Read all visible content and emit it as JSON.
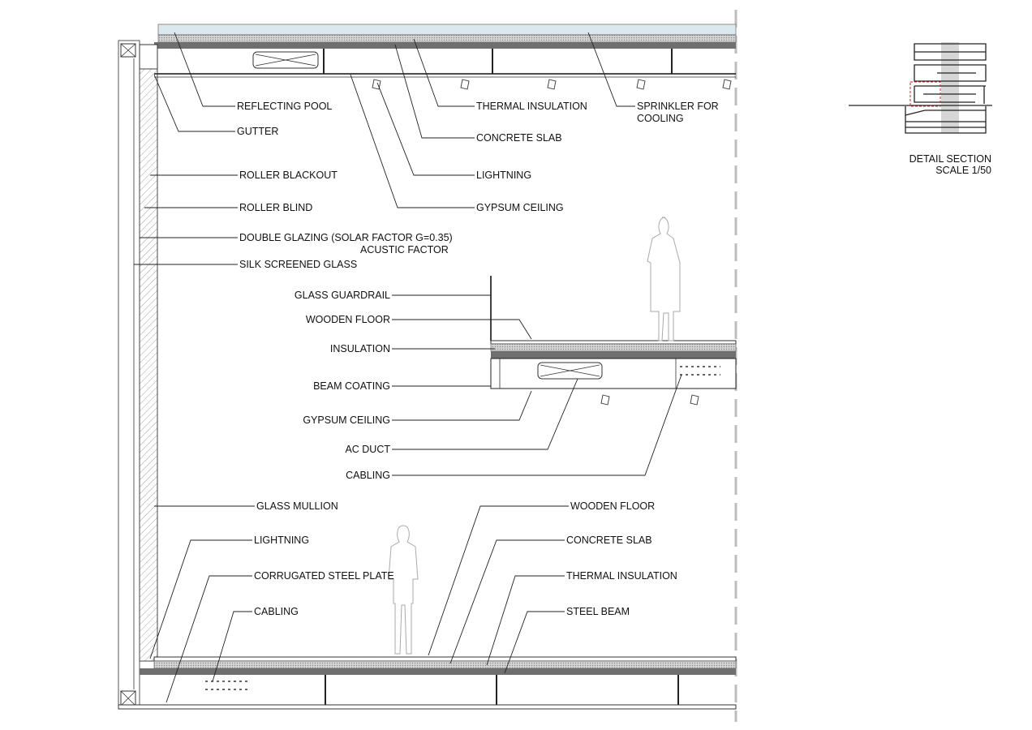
{
  "roof_labels": {
    "reflecting_pool": "REFLECTING POOL",
    "gutter": "GUTTER",
    "roller_blackout": "ROLLER BLACKOUT",
    "roller_blind": "ROLLER BLIND",
    "double_glazing": "DOUBLE GLAZING (SOLAR FACTOR G=0.35)",
    "acustic_factor": "ACUSTIC FACTOR",
    "silk_screened_glass": "SILK SCREENED GLASS",
    "thermal_insulation": "THERMAL INSULATION",
    "concrete_slab": "CONCRETE SLAB",
    "lightning": "LIGHTNING",
    "gypsum_ceiling": "GYPSUM CEILING",
    "sprinkler_line1": "SPRINKLER FOR",
    "sprinkler_line2": "COOLING"
  },
  "mezzanine_labels": {
    "glass_guardrail": "GLASS GUARDRAIL",
    "wooden_floor": "WOODEN FLOOR",
    "insulation": "INSULATION",
    "beam_coating": "BEAM COATING",
    "gypsum_ceiling": "GYPSUM CEILING",
    "ac_duct": "AC DUCT",
    "cabling": "CABLING"
  },
  "ground_labels": {
    "glass_mullion": "GLASS MULLION",
    "lightning": "LIGHTNING",
    "corrugated_steel_plate": "CORRUGATED STEEL PLATE",
    "cabling": "CABLING",
    "wooden_floor": "WOODEN FLOOR",
    "concrete_slab": "CONCRETE SLAB",
    "thermal_insulation": "THERMAL INSULATION",
    "steel_beam": "STEEL BEAM"
  },
  "key_plan": {
    "title": "DETAIL SECTION",
    "scale": "SCALE 1/50"
  },
  "colors": {
    "pool": "#dbe8ee",
    "slab": "#6f6f6f",
    "insulation": "#c8c8c8",
    "highlight": "#cc2222",
    "cut_line": "#bdbdbd"
  }
}
